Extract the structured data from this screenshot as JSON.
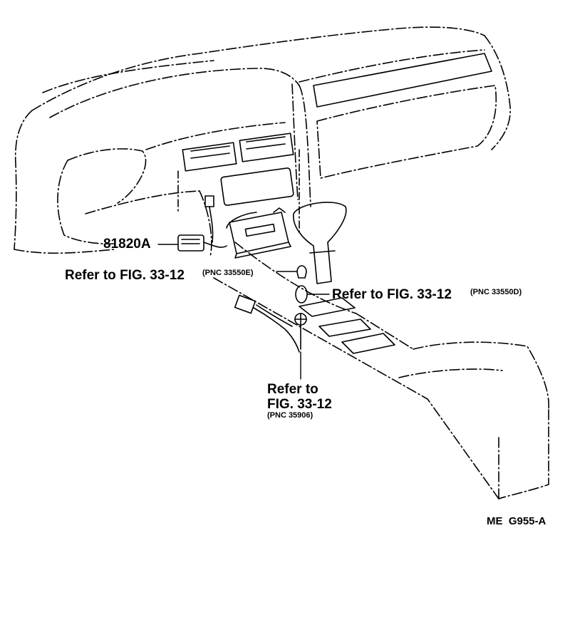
{
  "diagram": {
    "callouts": {
      "part_81820a": "81820A",
      "ref_e_main": "Refer to FIG. 33-12",
      "ref_e_pnc": "(PNC 33550E)",
      "ref_d_main": "Refer to FIG. 33-12",
      "ref_d_pnc": "(PNC 33550D)",
      "ref_c_line1": "Refer to",
      "ref_c_line2": "FIG. 33-12",
      "ref_c_pnc": "(PNC 35906)"
    },
    "drawing_code": "ME  G955-A",
    "line_color": "#000000",
    "background_color": "#ffffff"
  }
}
